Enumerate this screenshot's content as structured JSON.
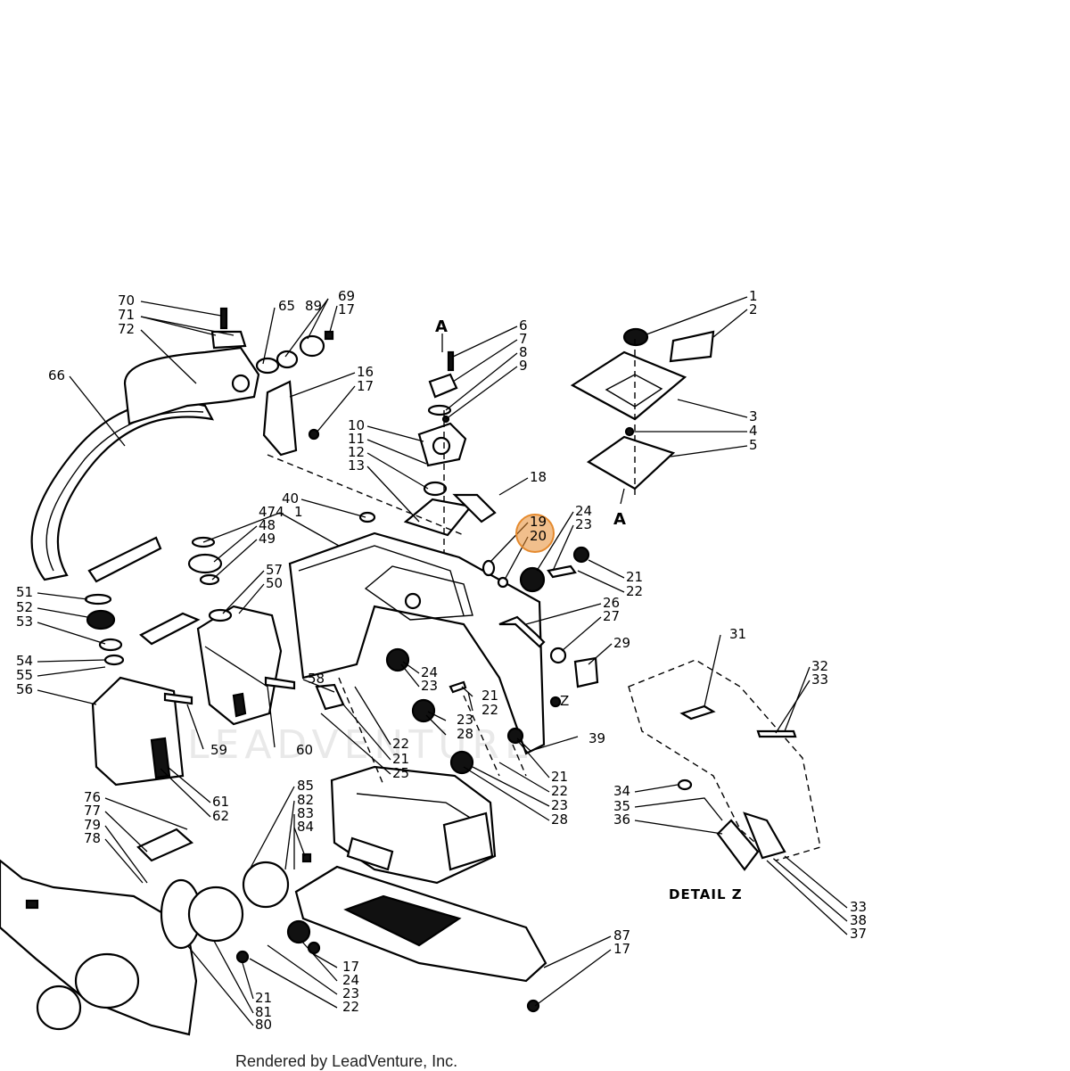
{
  "labels": {
    "l70": "70",
    "l71": "71",
    "l72": "72",
    "l65": "65",
    "l89": "89",
    "l69": "69",
    "l17a": "17",
    "l66": "66",
    "l16": "16",
    "l17b": "17",
    "l6": "6",
    "l7": "7",
    "l8": "8",
    "l9": "9",
    "l10": "10",
    "l11": "11",
    "l12": "12",
    "l13": "13",
    "l18": "18",
    "l1": "1",
    "l2": "2",
    "l3": "3",
    "l4": "4",
    "l5": "5",
    "l40": "40",
    "l474": "474",
    "l41": "1",
    "l48": "48",
    "l49": "49",
    "l57": "57",
    "l50": "50",
    "l19": "19",
    "l20": "20",
    "l24a": "24",
    "l23a": "23",
    "l21a": "21",
    "l22a": "22",
    "l26": "26",
    "l27": "27",
    "l29": "29",
    "l51": "51",
    "l52": "52",
    "l53": "53",
    "l54": "54",
    "l55": "55",
    "l56": "56",
    "l58": "58",
    "l24b": "24",
    "l23b": "23",
    "l21b": "21",
    "l22b": "22",
    "l23c": "23",
    "l28a": "28",
    "l39": "39",
    "lz": "Z",
    "l59": "59",
    "l60": "60",
    "l22c": "22",
    "l21c": "21",
    "l25": "25",
    "l21d": "21",
    "l22d": "22",
    "l23d": "23",
    "l28b": "28",
    "l61": "61",
    "l62": "62",
    "l31": "31",
    "l32": "32",
    "l33a": "33",
    "l34": "34",
    "l35": "35",
    "l36": "36",
    "l33b": "33",
    "l38": "38",
    "l37": "37",
    "l85": "85",
    "l82": "82",
    "l83": "83",
    "l84": "84",
    "l76": "76",
    "l77": "77",
    "l79": "79",
    "l78": "78",
    "l87": "87",
    "l17c": "17",
    "l17d": "17",
    "l24c": "24",
    "l23e": "23",
    "l22e": "22",
    "l21e": "21",
    "l81": "81",
    "l80": "80"
  },
  "section_marks": {
    "a_top": "A",
    "a_bottom": "A"
  },
  "detail_title": "DETAIL Z",
  "watermark": "LEADVENTURE",
  "credit": "Rendered by LeadVenture, Inc.",
  "highlight": {
    "part": "20",
    "color": "#e58a2e"
  }
}
